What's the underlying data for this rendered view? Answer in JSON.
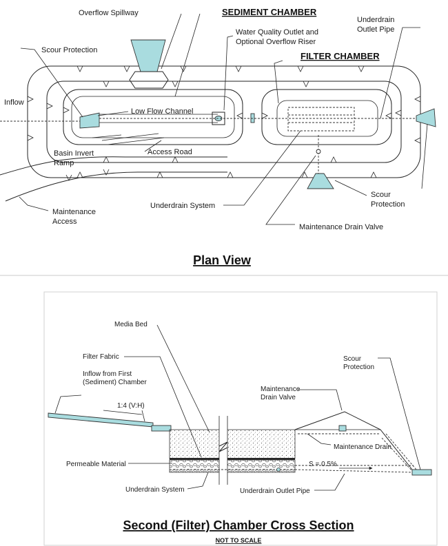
{
  "plan": {
    "title": "Plan View",
    "sediment_chamber": "SEDIMENT CHAMBER",
    "filter_chamber": "FILTER CHAMBER",
    "overflow_spillway": "Overflow Spillway",
    "water_quality_outlet_line1": "Water Quality Outlet and",
    "water_quality_outlet_line2": "Optional Overflow Riser",
    "underdrain_outlet_line1": "Underdrain",
    "underdrain_outlet_line2": "Outlet Pipe",
    "scour_protection_left": "Scour Protection",
    "inflow": "Inflow",
    "low_flow_channel": "Low Flow Channel",
    "basin_invert_line1": "Basin Invert",
    "basin_invert_line2": "Ramp",
    "access_road": "Access Road",
    "maintenance_access_line1": "Maintenance",
    "maintenance_access_line2": "Access",
    "underdrain_system": "Underdrain System",
    "scour_protection_right_line1": "Scour",
    "scour_protection_right_line2": "Protection",
    "maintenance_drain_valve": "Maintenance Drain Valve"
  },
  "section": {
    "title": "Second (Filter) Chamber Cross Section",
    "scale_note": "NOT TO SCALE",
    "media_bed": "Media Bed",
    "filter_fabric": "Filter Fabric",
    "inflow_line1": "Inflow from First",
    "inflow_line2": "(Sediment) Chamber",
    "slope": "1:4 (V:H)",
    "permeable_material": "Permeable Material",
    "underdrain_system": "Underdrain System",
    "underdrain_outlet_pipe": "Underdrain Outlet Pipe",
    "grade": "S = 0.5%",
    "maintenance_drain": "Maintenance Drain",
    "maintenance_drain_valve_line1": "Maintenance",
    "maintenance_drain_valve_line2": "Drain Valve",
    "scour_protection_line1": "Scour",
    "scour_protection_line2": "Protection"
  },
  "colors": {
    "riprap_fill": "#a9dcdf",
    "line": "#222222"
  }
}
